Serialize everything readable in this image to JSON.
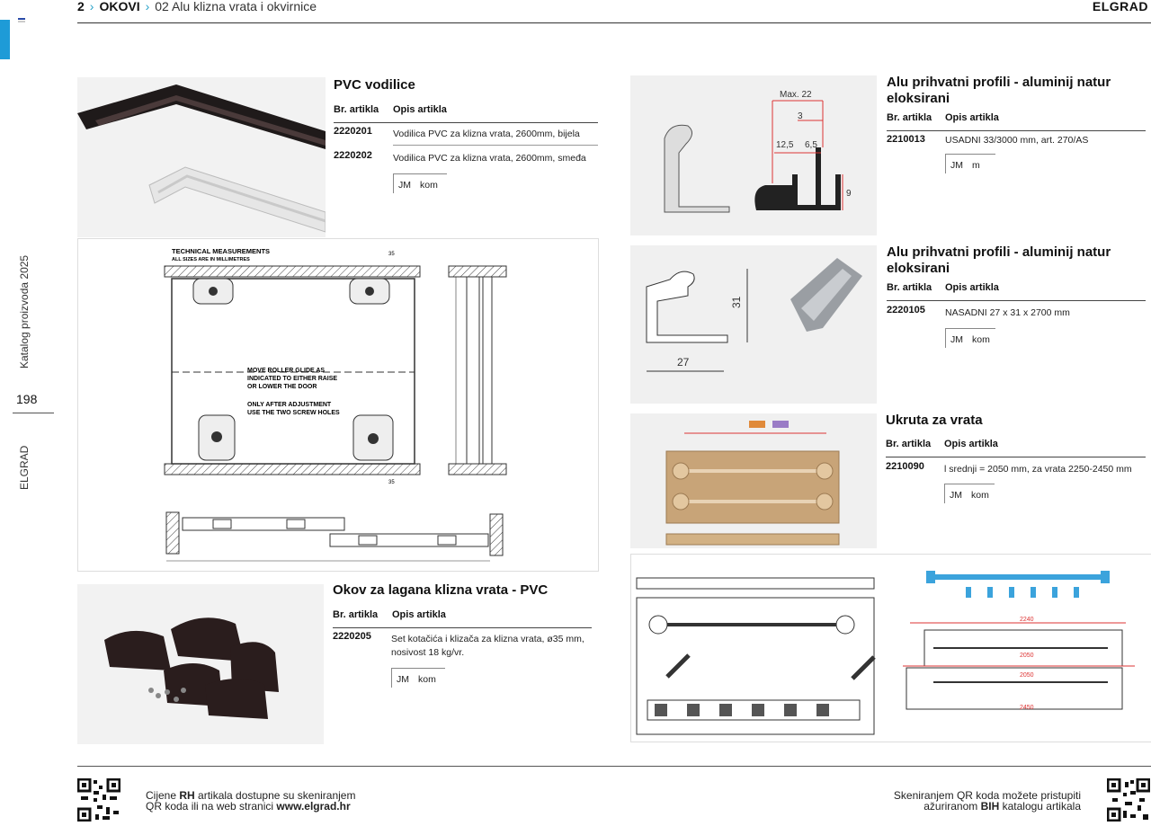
{
  "header": {
    "chapter_num": "2",
    "chapter_name": "OKOVI",
    "section": "02 Alu klizna vrata i okvirnice",
    "brand": "ELGRAD"
  },
  "sidebar": {
    "catalog_label": "Katalog proizvoda 2025",
    "page_number": "198",
    "brand_vertical": "ELGRAD"
  },
  "table_headers": {
    "code": "Br. artikla",
    "desc": "Opis artikla"
  },
  "products": {
    "pvc_guides": {
      "title": "PVC vodilice",
      "items": [
        {
          "code": "2220201",
          "desc": "Vodilica PVC za klizna vrata, 2600mm, bijela"
        },
        {
          "code": "2220202",
          "desc": "Vodilica PVC za klizna vrata, 2600mm, smeđa"
        }
      ],
      "unit_label": "JM",
      "unit_value": "kom"
    },
    "light_door_fitting": {
      "title": "Okov za lagana klizna vrata - PVC",
      "items": [
        {
          "code": "2220205",
          "desc_line1": "Set kotačića i klizača za klizna vrata, ø35 mm,",
          "desc_line2": "nosivost 18 kg/vr."
        }
      ],
      "unit_label": "JM",
      "unit_value": "kom"
    },
    "alu_profile_1": {
      "title_line1": "Alu prihvatni profili - aluminij natur",
      "title_line2": "eloksirani",
      "items": [
        {
          "code": "2210013",
          "desc": "USADNI 33/3000 mm, art. 270/AS"
        }
      ],
      "unit_label": "JM",
      "unit_value": "m"
    },
    "alu_profile_2": {
      "title_line1": "Alu prihvatni profili - aluminij natur",
      "title_line2": "eloksirani",
      "items": [
        {
          "code": "2220105",
          "desc": "NASADNI 27 x 31 x 2700 mm"
        }
      ],
      "unit_label": "JM",
      "unit_value": "kom"
    },
    "door_stiffener": {
      "title": "Ukruta za vrata",
      "items": [
        {
          "code": "2210090",
          "desc": "l srednji = 2050 mm, za vrata 2250-2450 mm"
        }
      ],
      "unit_label": "JM",
      "unit_value": "kom"
    }
  },
  "drawings": {
    "tech_title": "TECHNICAL MEASUREMENTS",
    "tech_subtitle": "ALL SIZES ARE IN MILLIMETRES",
    "note1_line1": "MOVE ROLLER GLIDE AS",
    "note1_line2": "INDICATED TO EITHER RAISE",
    "note1_line3": "OR LOWER THE DOOR",
    "note2_line1": "ONLY AFTER ADJUSTMENT",
    "note2_line2": "USE THE TWO SCREW HOLES",
    "dim_35": "35",
    "dim_max22": "Max. 22",
    "dim_3": "3",
    "dim_125": "12,5",
    "dim_65": "6,5",
    "dim_9": "9",
    "dim_31": "31",
    "dim_27": "27",
    "dim_2240": "2240",
    "dim_2050": "2050",
    "dim_2450": "2450"
  },
  "footer": {
    "left_line1_pre": "Cijene ",
    "left_line1_bold": "RH",
    "left_line1_post": " artikala dostupne su skeniranjem",
    "left_line2_pre": "QR koda ili na web stranici ",
    "left_line2_bold": "www.elgrad.hr",
    "right_line1": "Skeniranjem QR koda možete pristupiti",
    "right_line2_pre": "ažuriranom ",
    "right_line2_bold": "BIH",
    "right_line2_post": " katalogu artikala"
  },
  "colors": {
    "accent": "#1e9bd7",
    "crumb_sep": "#2aa3c9",
    "dim_red": "#d33"
  }
}
